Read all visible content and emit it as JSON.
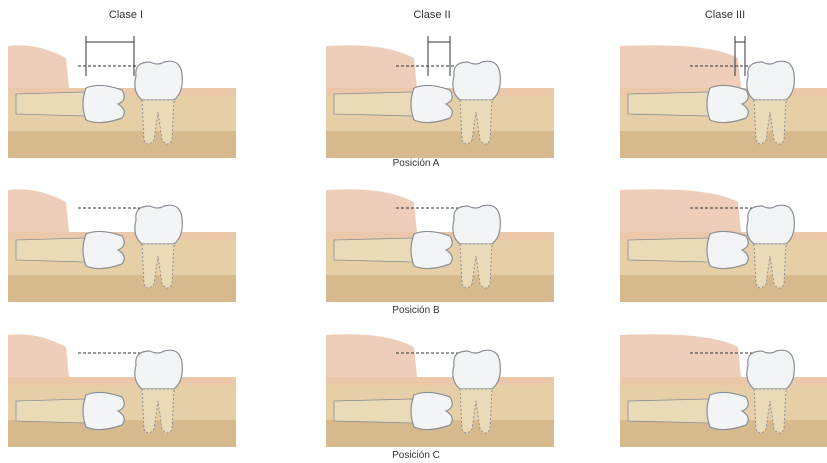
{
  "columns": [
    "Clase I",
    "Clase II",
    "Clase III"
  ],
  "rows": [
    "Posición A",
    "Posición B",
    "Posición C"
  ],
  "colors": {
    "bone": "#e6cfa6",
    "bone_dark": "#c9a97a",
    "gum": "#f1c2b0",
    "ramus": "#e8bca3",
    "crown": "#f2f4f6",
    "crown_edge": "#8a8f96",
    "root": "#eadbb8",
    "guide": "#333333"
  }
}
